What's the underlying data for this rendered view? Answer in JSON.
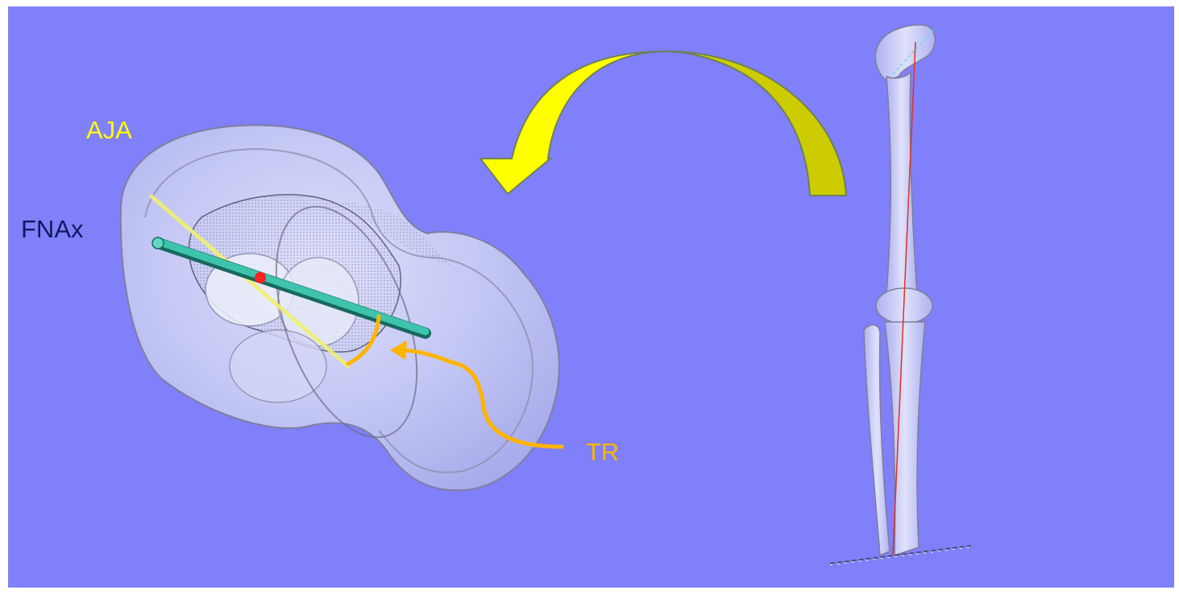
{
  "colors": {
    "viewport_background": "#8080fb",
    "bone": "#cfd2f7",
    "bone_outline": "#7e7f9a",
    "arrow_fill": "#ffff00",
    "arrow_shade": "#cccc00",
    "arrow_stroke": "#6f7f5c",
    "fnax_axis": "#2fae9a",
    "aja_axis": "#f0f070",
    "tr_curve": "#ffb400",
    "mechanical_axis": "#e03020",
    "center_marker": "#ff2020"
  },
  "labels": {
    "aja": {
      "text": "AJA",
      "color": "#ffff00"
    },
    "fnax": {
      "text": "FNAx",
      "color": "#0d1b5e"
    },
    "tr": {
      "text": "TR",
      "color": "#ffb400"
    }
  },
  "icons": [
    "femoral-head-render",
    "rotation-arrow-icon",
    "leg-skeleton-render",
    "curved-pointer-arrow-icon"
  ]
}
